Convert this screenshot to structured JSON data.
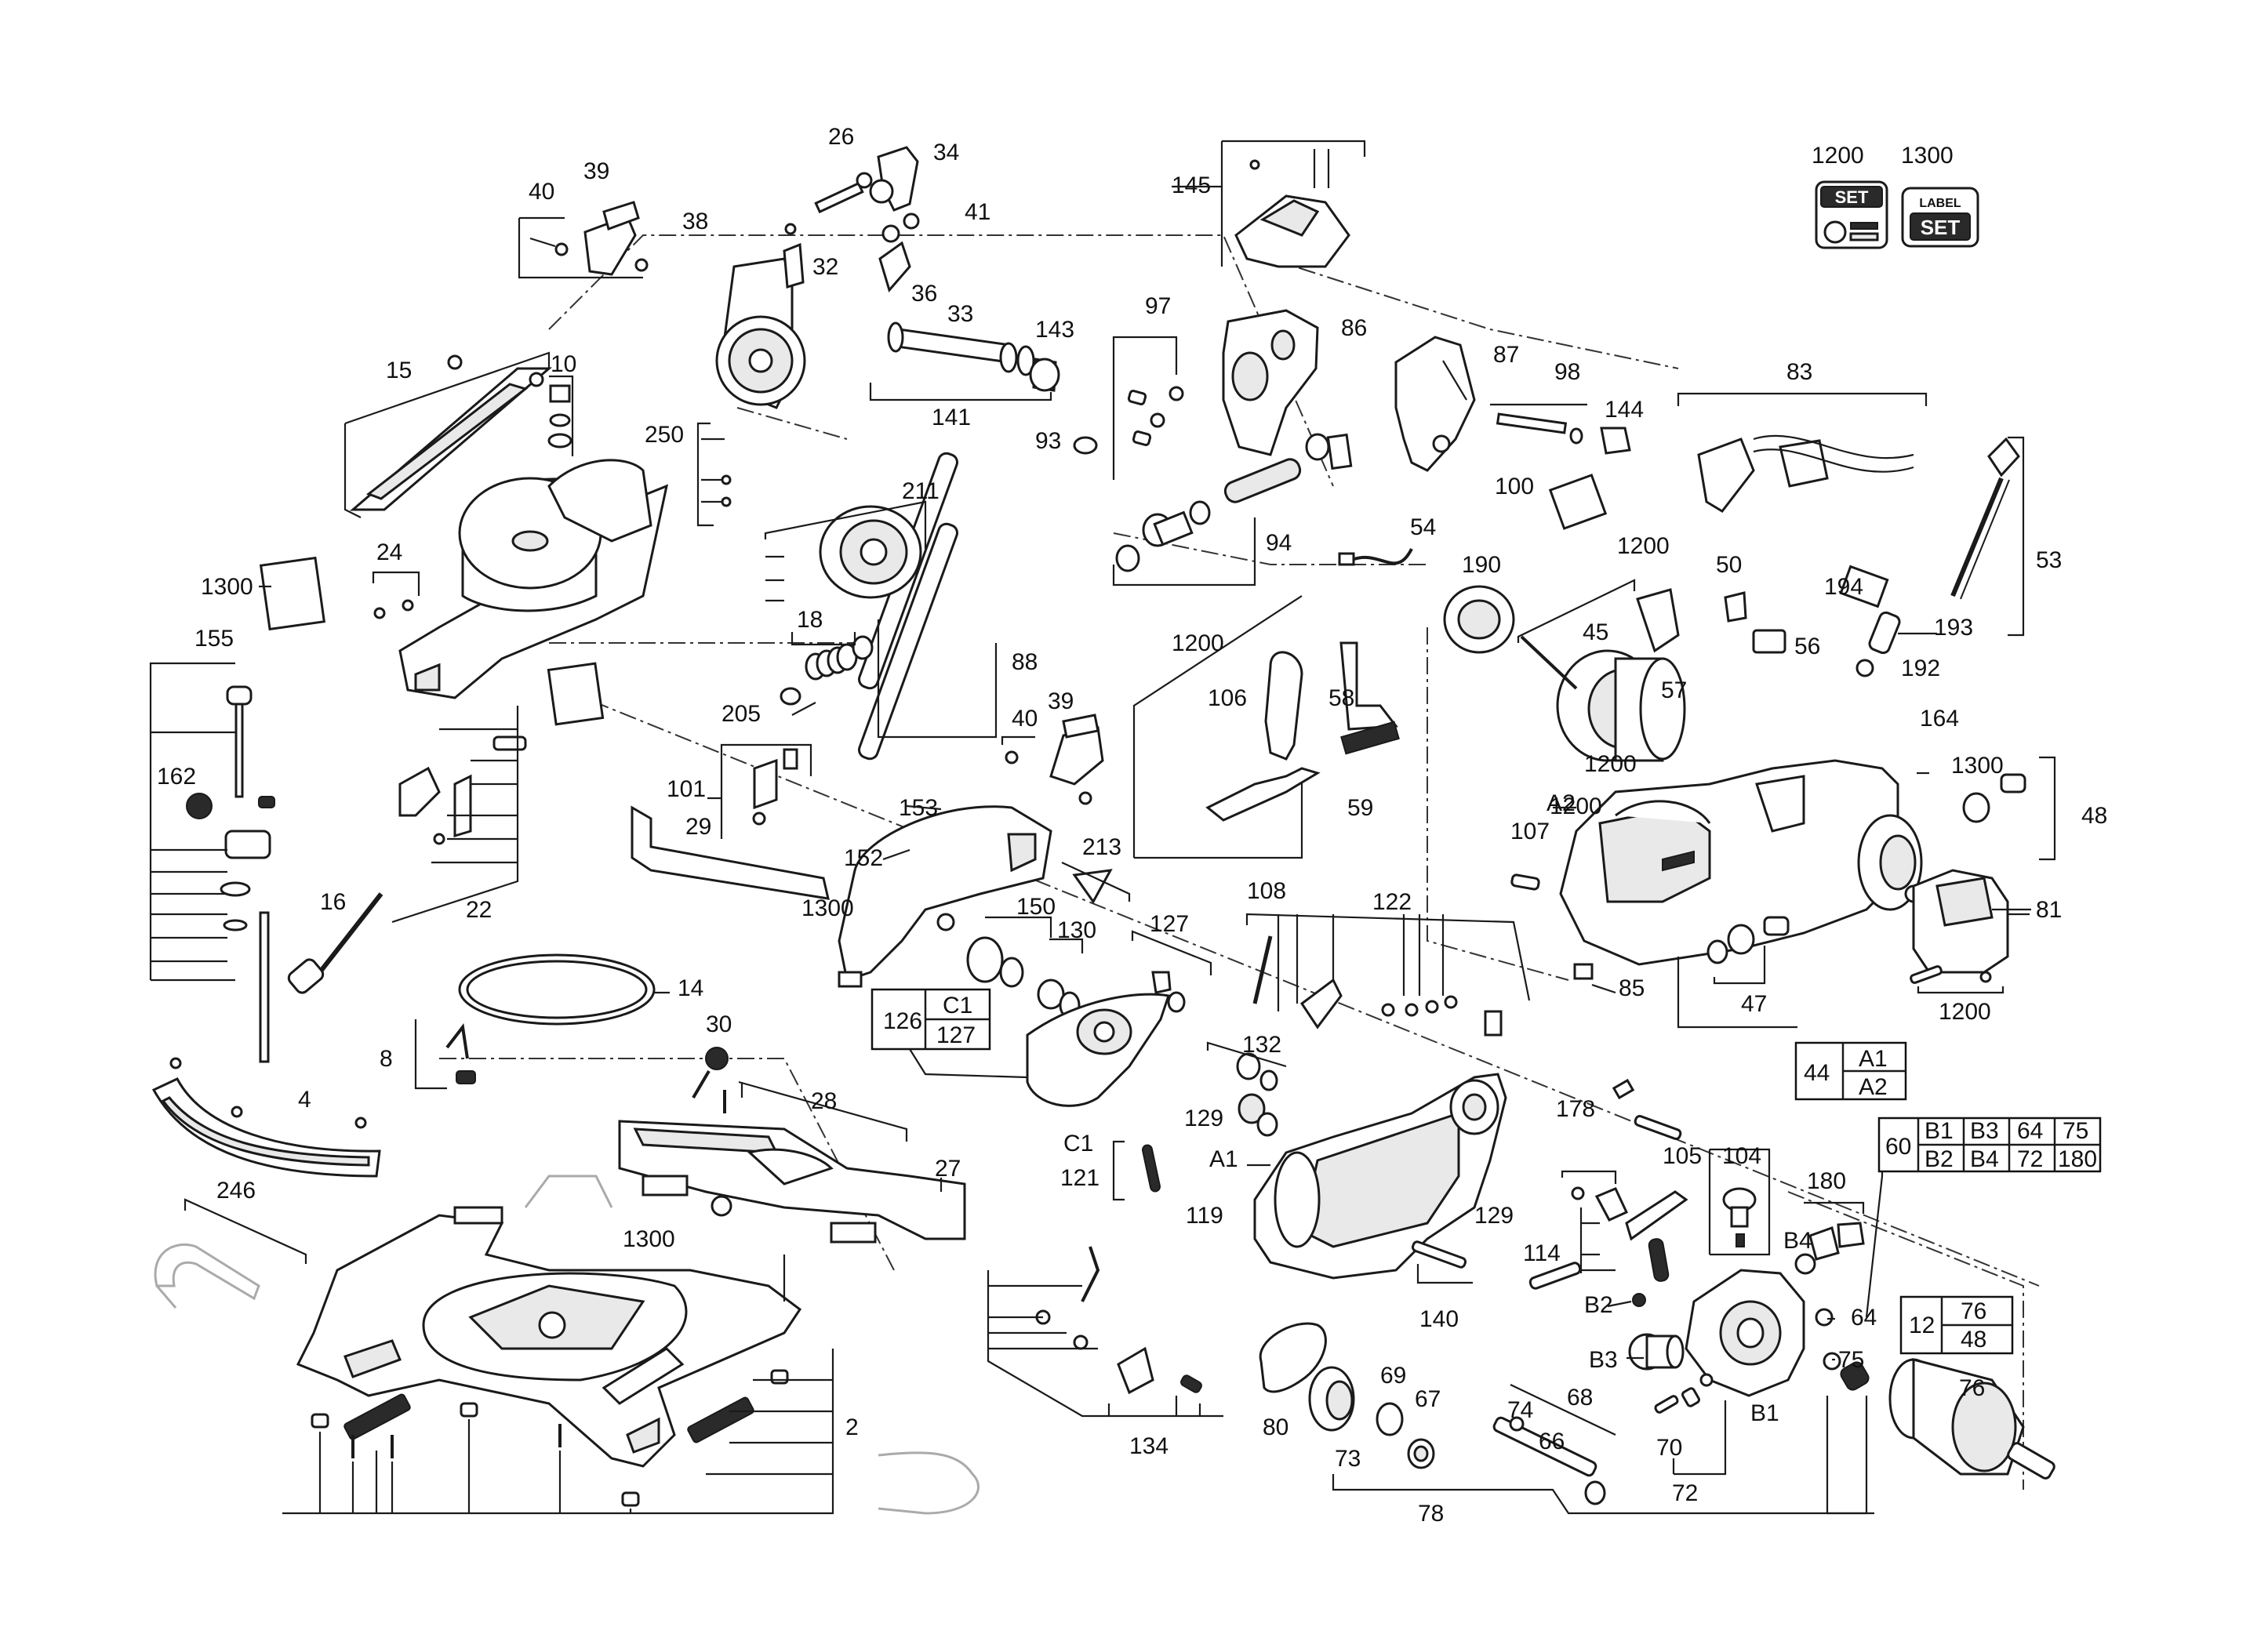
{
  "callouts": {
    "n1200_top": "1200",
    "n1300_top": "1300",
    "set_icon_text": "SET",
    "label_set_line1": "LABEL",
    "label_set_line2": "SET",
    "n26": "26",
    "n34": "34",
    "n38": "38",
    "n41": "41",
    "n40a": "40",
    "n39a": "39",
    "n32": "32",
    "n36": "36",
    "n33": "33",
    "n143": "143",
    "n141": "141",
    "n145": "145",
    "n97": "97",
    "n86": "86",
    "n87": "87",
    "n98": "98",
    "n144": "144",
    "n83": "83",
    "n15": "15",
    "n10": "10",
    "n250": "250",
    "n93": "93",
    "n100": "100",
    "n94": "94",
    "n211": "211",
    "n1300a": "1300",
    "n24": "24",
    "n155": "155",
    "n18": "18",
    "n88": "88",
    "n54": "54",
    "n190": "190",
    "n1200a": "1200",
    "n50": "50",
    "n194": "194",
    "n53": "53",
    "n193": "193",
    "n192": "192",
    "n1200b": "1200",
    "n45": "45",
    "n56": "56",
    "n57": "57",
    "n106": "106",
    "n58": "58",
    "n205": "205",
    "n40b": "40",
    "n39b": "39",
    "n164": "164",
    "n1200c": "1200",
    "n1300b": "1300",
    "n162": "162",
    "n101": "101",
    "n29": "29",
    "n153": "153",
    "nA2": "A2",
    "n48": "48",
    "n59": "59",
    "n107": "107",
    "n152": "152",
    "n213": "213",
    "n108": "108",
    "n122": "122",
    "n81": "81",
    "n22": "22",
    "n16": "16",
    "n1300c": "1300",
    "n150": "150",
    "n130": "130",
    "n127": "127",
    "n85": "85",
    "n47": "47",
    "n14": "14",
    "n1200d": "1200",
    "n30": "30",
    "n8": "8",
    "n132": "132",
    "n44": "44",
    "nA1": "A1",
    "nA2b": "A2",
    "n4": "4",
    "n28": "28",
    "n129a": "129",
    "n178": "178",
    "n105": "105",
    "n104": "104",
    "nC1": "C1",
    "n121": "121",
    "n27": "27",
    "nA1b": "A1",
    "n246": "246",
    "n180": "180",
    "n119": "119",
    "n129b": "129",
    "n1300d": "1300",
    "n114": "114",
    "nB4": "B4",
    "n140": "140",
    "nB2": "B2",
    "n64": "64",
    "nB3": "B3",
    "n75": "75",
    "n69": "69",
    "n67": "67",
    "n68": "68",
    "n74": "74",
    "n66": "66",
    "n80": "80",
    "n2": "2",
    "n73": "73",
    "nB1": "B1",
    "n76": "76",
    "n70": "70",
    "n134": "134",
    "n72": "72",
    "n78": "78"
  },
  "box_126_c1": {
    "left": "126",
    "top_right": "C1",
    "bottom_right": "127"
  },
  "box_44": {
    "left": "44",
    "top_right": "A1",
    "bottom_right": "A2"
  },
  "box_12": {
    "left": "12",
    "top_right": "76",
    "bottom_right": "48"
  },
  "box_60": {
    "left": "60",
    "row1": [
      "B1",
      "B3",
      "64",
      "75"
    ],
    "row2": [
      "B2",
      "B4",
      "72",
      "180"
    ]
  }
}
